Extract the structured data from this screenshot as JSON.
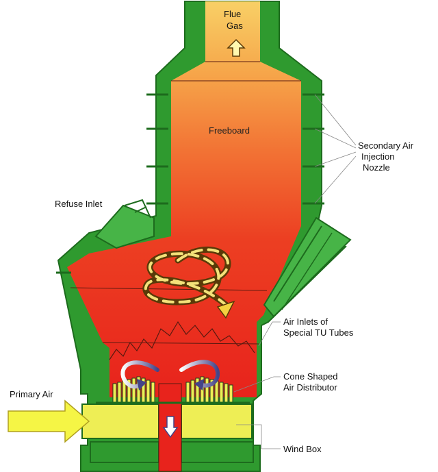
{
  "labels": {
    "flue_gas_line1": "Flue",
    "flue_gas_line2": "Gas",
    "freeboard": "Freeboard",
    "secondary_air_line1": "Secondary Air",
    "secondary_air_line2": "Injection",
    "secondary_air_line3": "Nozzle",
    "refuse_inlet": "Refuse Inlet",
    "air_inlets_line1": "Air Inlets of",
    "air_inlets_line2": "Special TU Tubes",
    "cone_line1": "Cone Shaped",
    "cone_line2": "Air Distributor",
    "primary_air": "Primary Air",
    "wind_box": "Wind Box"
  },
  "colors": {
    "wall": "#2f9a2f",
    "wall_dark": "#1d6b1d",
    "flame_top": "#f7c55a",
    "flame_mid": "#f2712e",
    "flame_bottom": "#e8231c",
    "wind_box": "#eeee55",
    "primary_air_arrow": "#f5f545"
  },
  "icons": {
    "flue_arrow": "up-arrow-icon",
    "primary_arrow": "right-arrow-icon",
    "outlet_arrow": "down-arrow-icon",
    "vortex": "spiral-icon"
  }
}
